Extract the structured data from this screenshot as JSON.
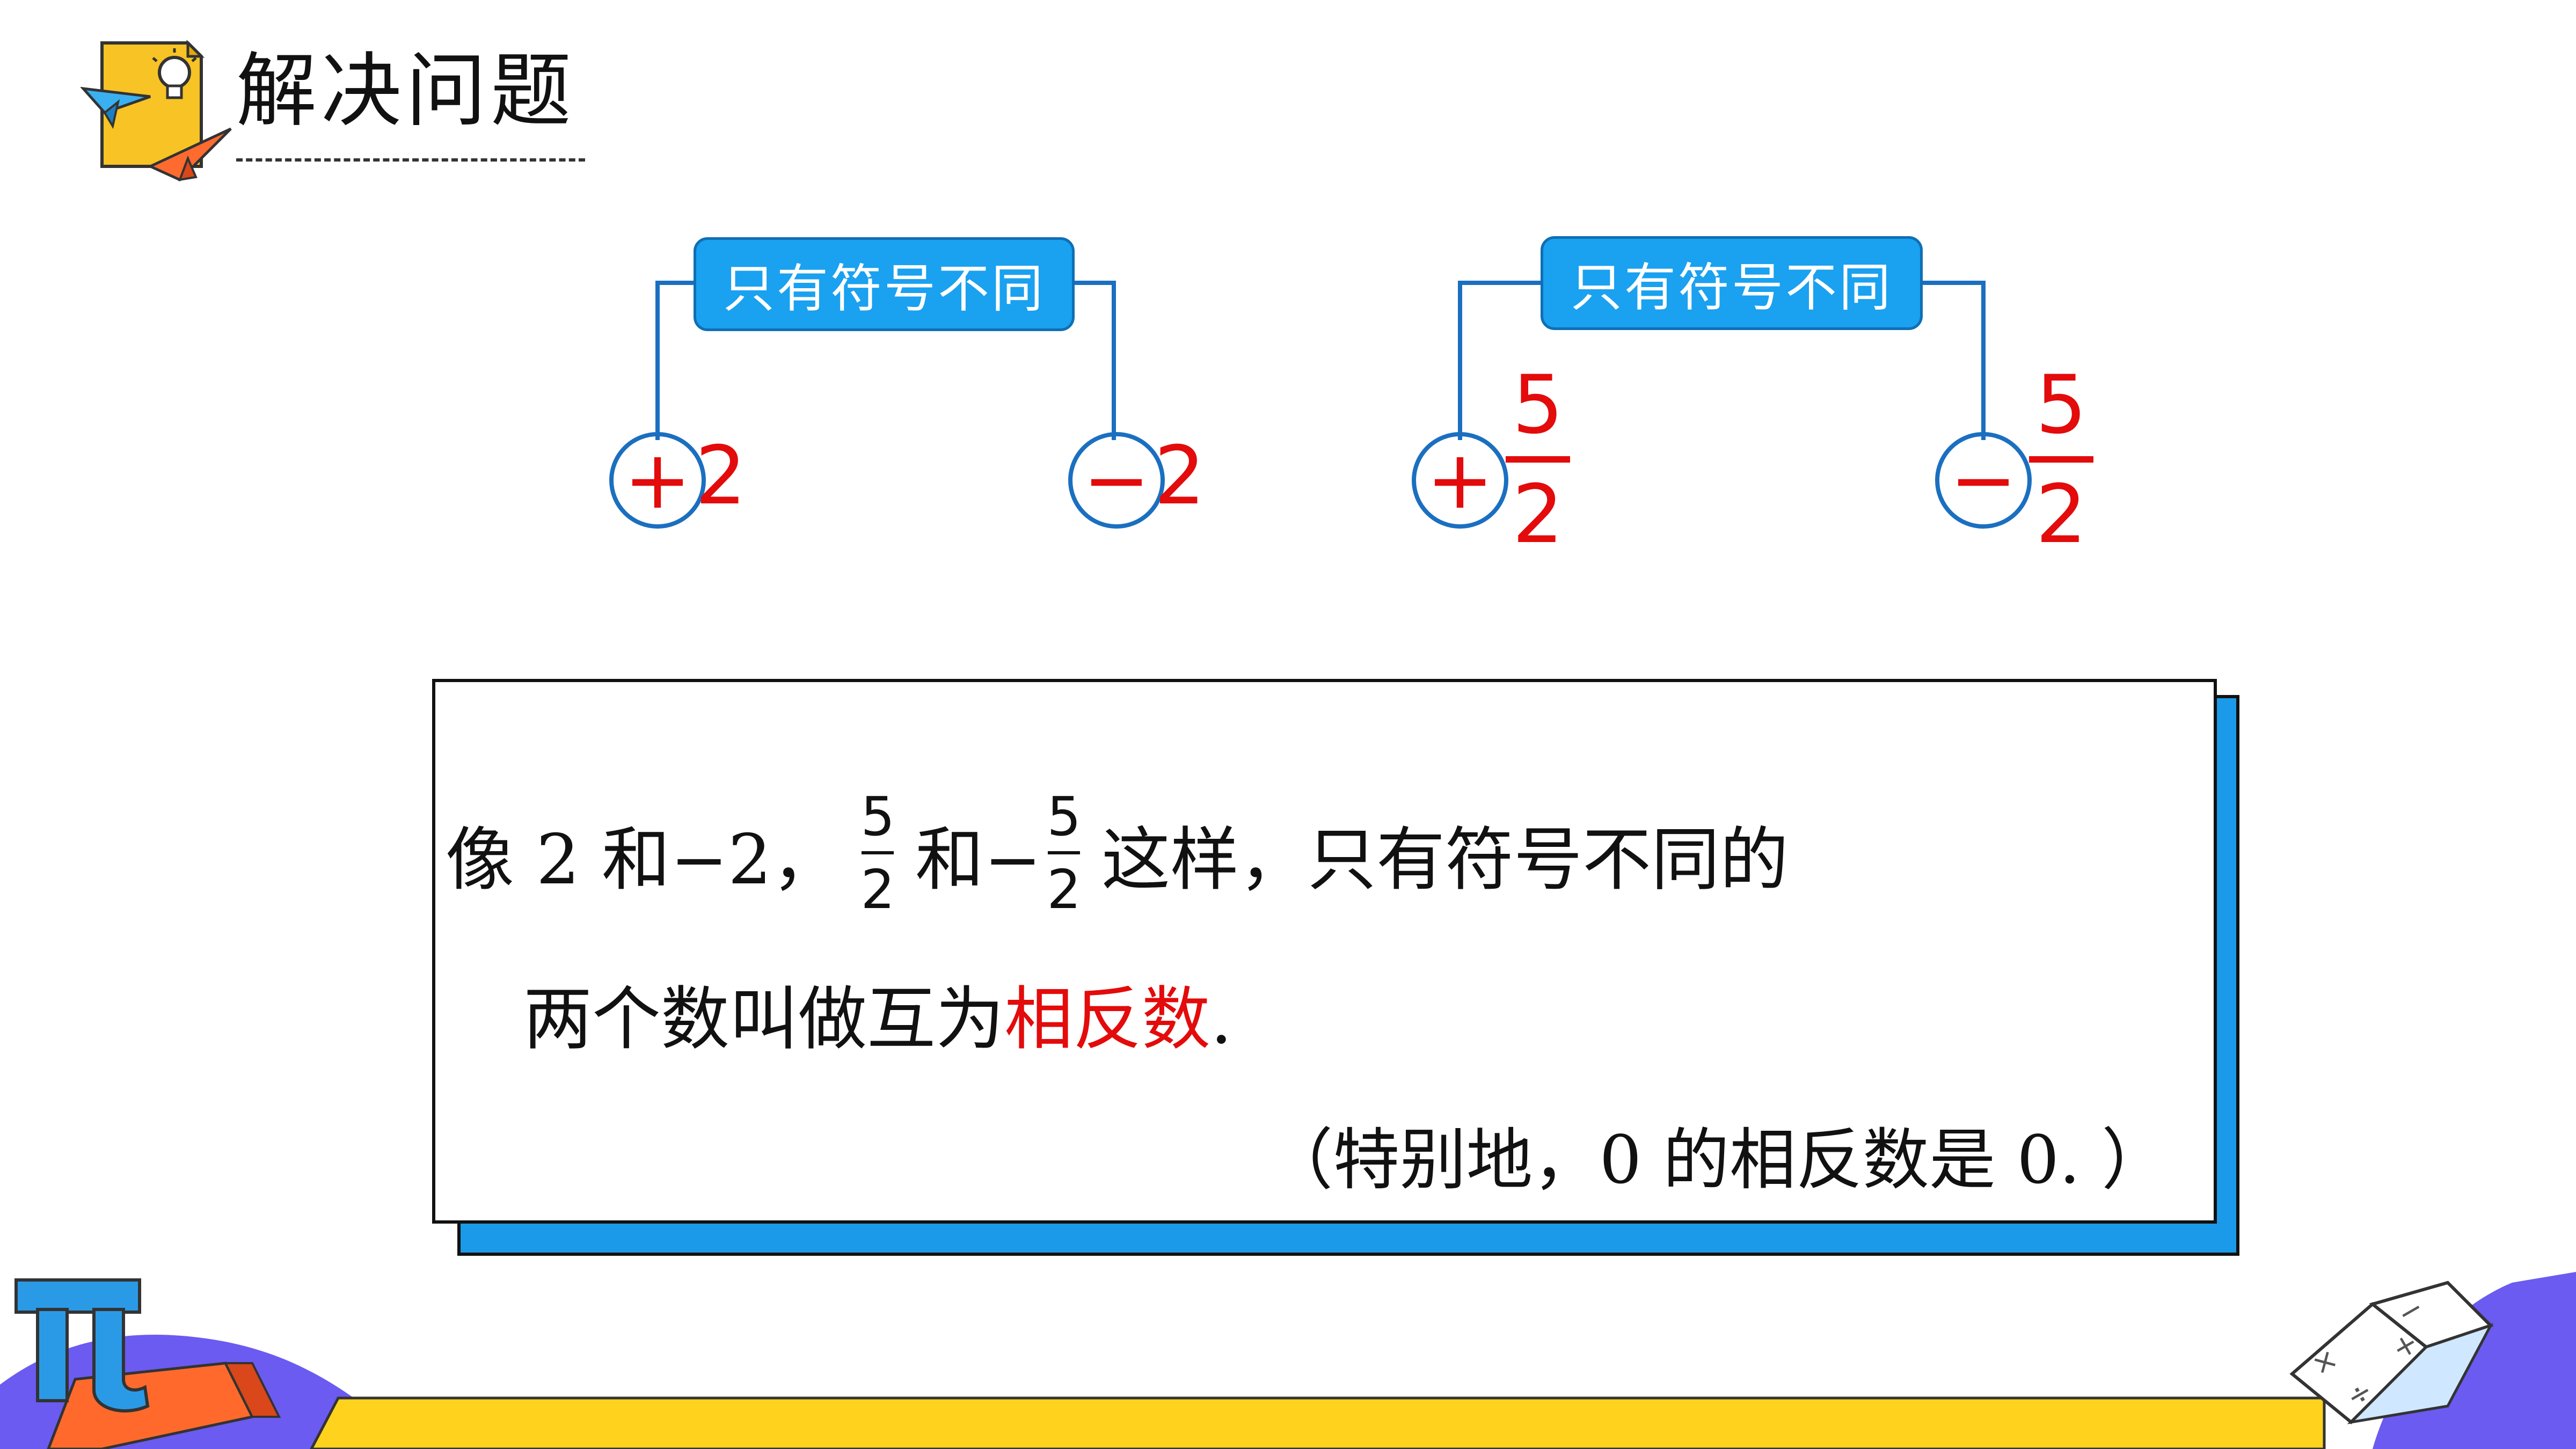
{
  "header": {
    "title": "解决问题"
  },
  "diagram_left": {
    "tag": "只有符号不同",
    "plus_sign": "+",
    "minus_sign": "−",
    "left_value": "2",
    "right_value": "2"
  },
  "diagram_right": {
    "tag": "只有符号不同",
    "plus_sign": "+",
    "minus_sign": "−",
    "left_numerator": "5",
    "left_denominator": "2",
    "right_numerator": "5",
    "right_denominator": "2"
  },
  "definition": {
    "line1_a": "像 2 和−2，",
    "frac1_num": "5",
    "frac1_den": "2",
    "line1_b": "和−",
    "frac2_num": "5",
    "frac2_den": "2",
    "line1_c": "这样，只有符号不同的",
    "line2_a": "两个数叫做互为",
    "line2_term": "相反数",
    "line2_end": ".",
    "line3": "（特别地，0  的相反数是  0. ）"
  },
  "colors": {
    "accent_blue": "#1aa1f0",
    "highlight_red": "#e30b0b",
    "footer_yellow": "#ffd21e",
    "deco_purple": "#6b5bf0"
  }
}
